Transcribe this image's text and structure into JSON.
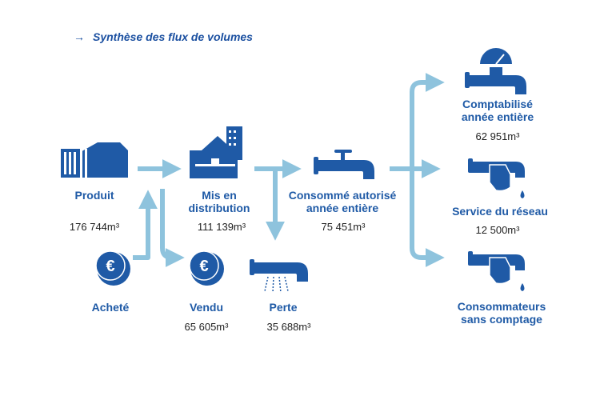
{
  "header": {
    "title": "Synthèse des flux de volumes",
    "arrow_icon": "right-arrow-icon"
  },
  "colors": {
    "dark_blue": "#1f5aa6",
    "arrow_blue": "#8ec3dd",
    "text": "#222222"
  },
  "nodes": {
    "produit": {
      "label": "Produit",
      "volume": "176 744m³",
      "icon": "reservoir-icon"
    },
    "achete": {
      "label": "Acheté",
      "icon": "euro-coin-icon"
    },
    "distribution": {
      "label_1": "Mis en",
      "label_2": "distribution",
      "volume": "111 139m³",
      "icon": "distribution-building-icon"
    },
    "vendu": {
      "label": "Vendu",
      "volume": "65 605m³",
      "icon": "euro-coin-icon"
    },
    "consomme": {
      "label_1": "Consommé autorisé",
      "label_2": "année entière",
      "volume": "75 451m³",
      "icon": "faucet-icon"
    },
    "perte": {
      "label": "Perte",
      "volume": "35 688m³",
      "icon": "leaking-pipe-icon"
    },
    "comptabilise": {
      "label_1": "Comptabilisé",
      "label_2": "année entière",
      "volume": "62 951m³",
      "icon": "metered-pipe-icon"
    },
    "service": {
      "label": "Service du réseau",
      "volume": "12 500m³",
      "icon": "hand-tap-icon"
    },
    "sans_comptage": {
      "label_1": "Consommateurs",
      "label_2": "sans comptage",
      "icon": "hand-tap-icon"
    }
  }
}
